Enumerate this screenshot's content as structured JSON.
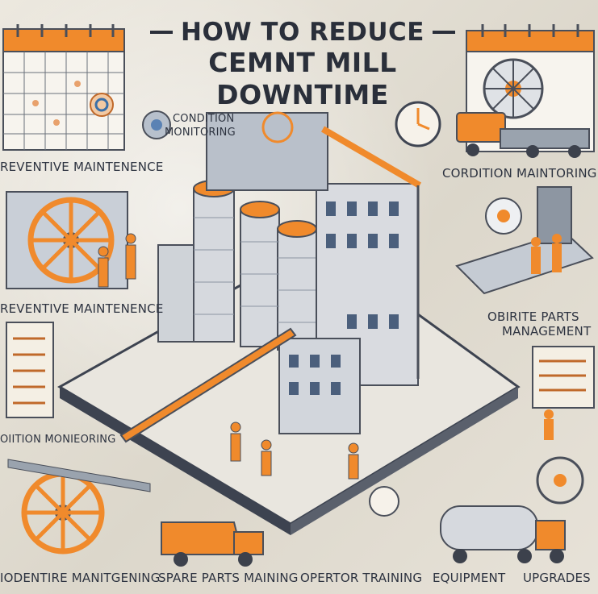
{
  "title": {
    "line1": "HOW TO REDUCE",
    "line2": "CEMNT MILL DOWNTIME"
  },
  "labels": {
    "condition_monitoring_top_line1": "CONDITION",
    "condition_monitoring_top_line2": "MONITORING",
    "preventive_maintenance_1": "REVENTIVE MAINTENENCE",
    "condition_monitoring_right": "CORDITION MAINTORING",
    "preventive_maintenance_2": "REVENTIVE MAINTENENCE",
    "parts_management_line1": "OBIRITE PARTS",
    "parts_management_line2": "MANAGEMENT",
    "condition_monitoring_left": "OIITION MONIEORING",
    "bottom_1": "IODENTIRE MANITGENING",
    "bottom_2": "SPARE PARTS MAINING",
    "bottom_3": "OPERTOR TRAINING",
    "bottom_4": "EQUIPMENT",
    "bottom_5": "UPGRADES"
  },
  "colors": {
    "accent": "#f08a2c",
    "ink": "#2d3340",
    "steel": "#8c95a3",
    "paper": "#ece8df"
  }
}
